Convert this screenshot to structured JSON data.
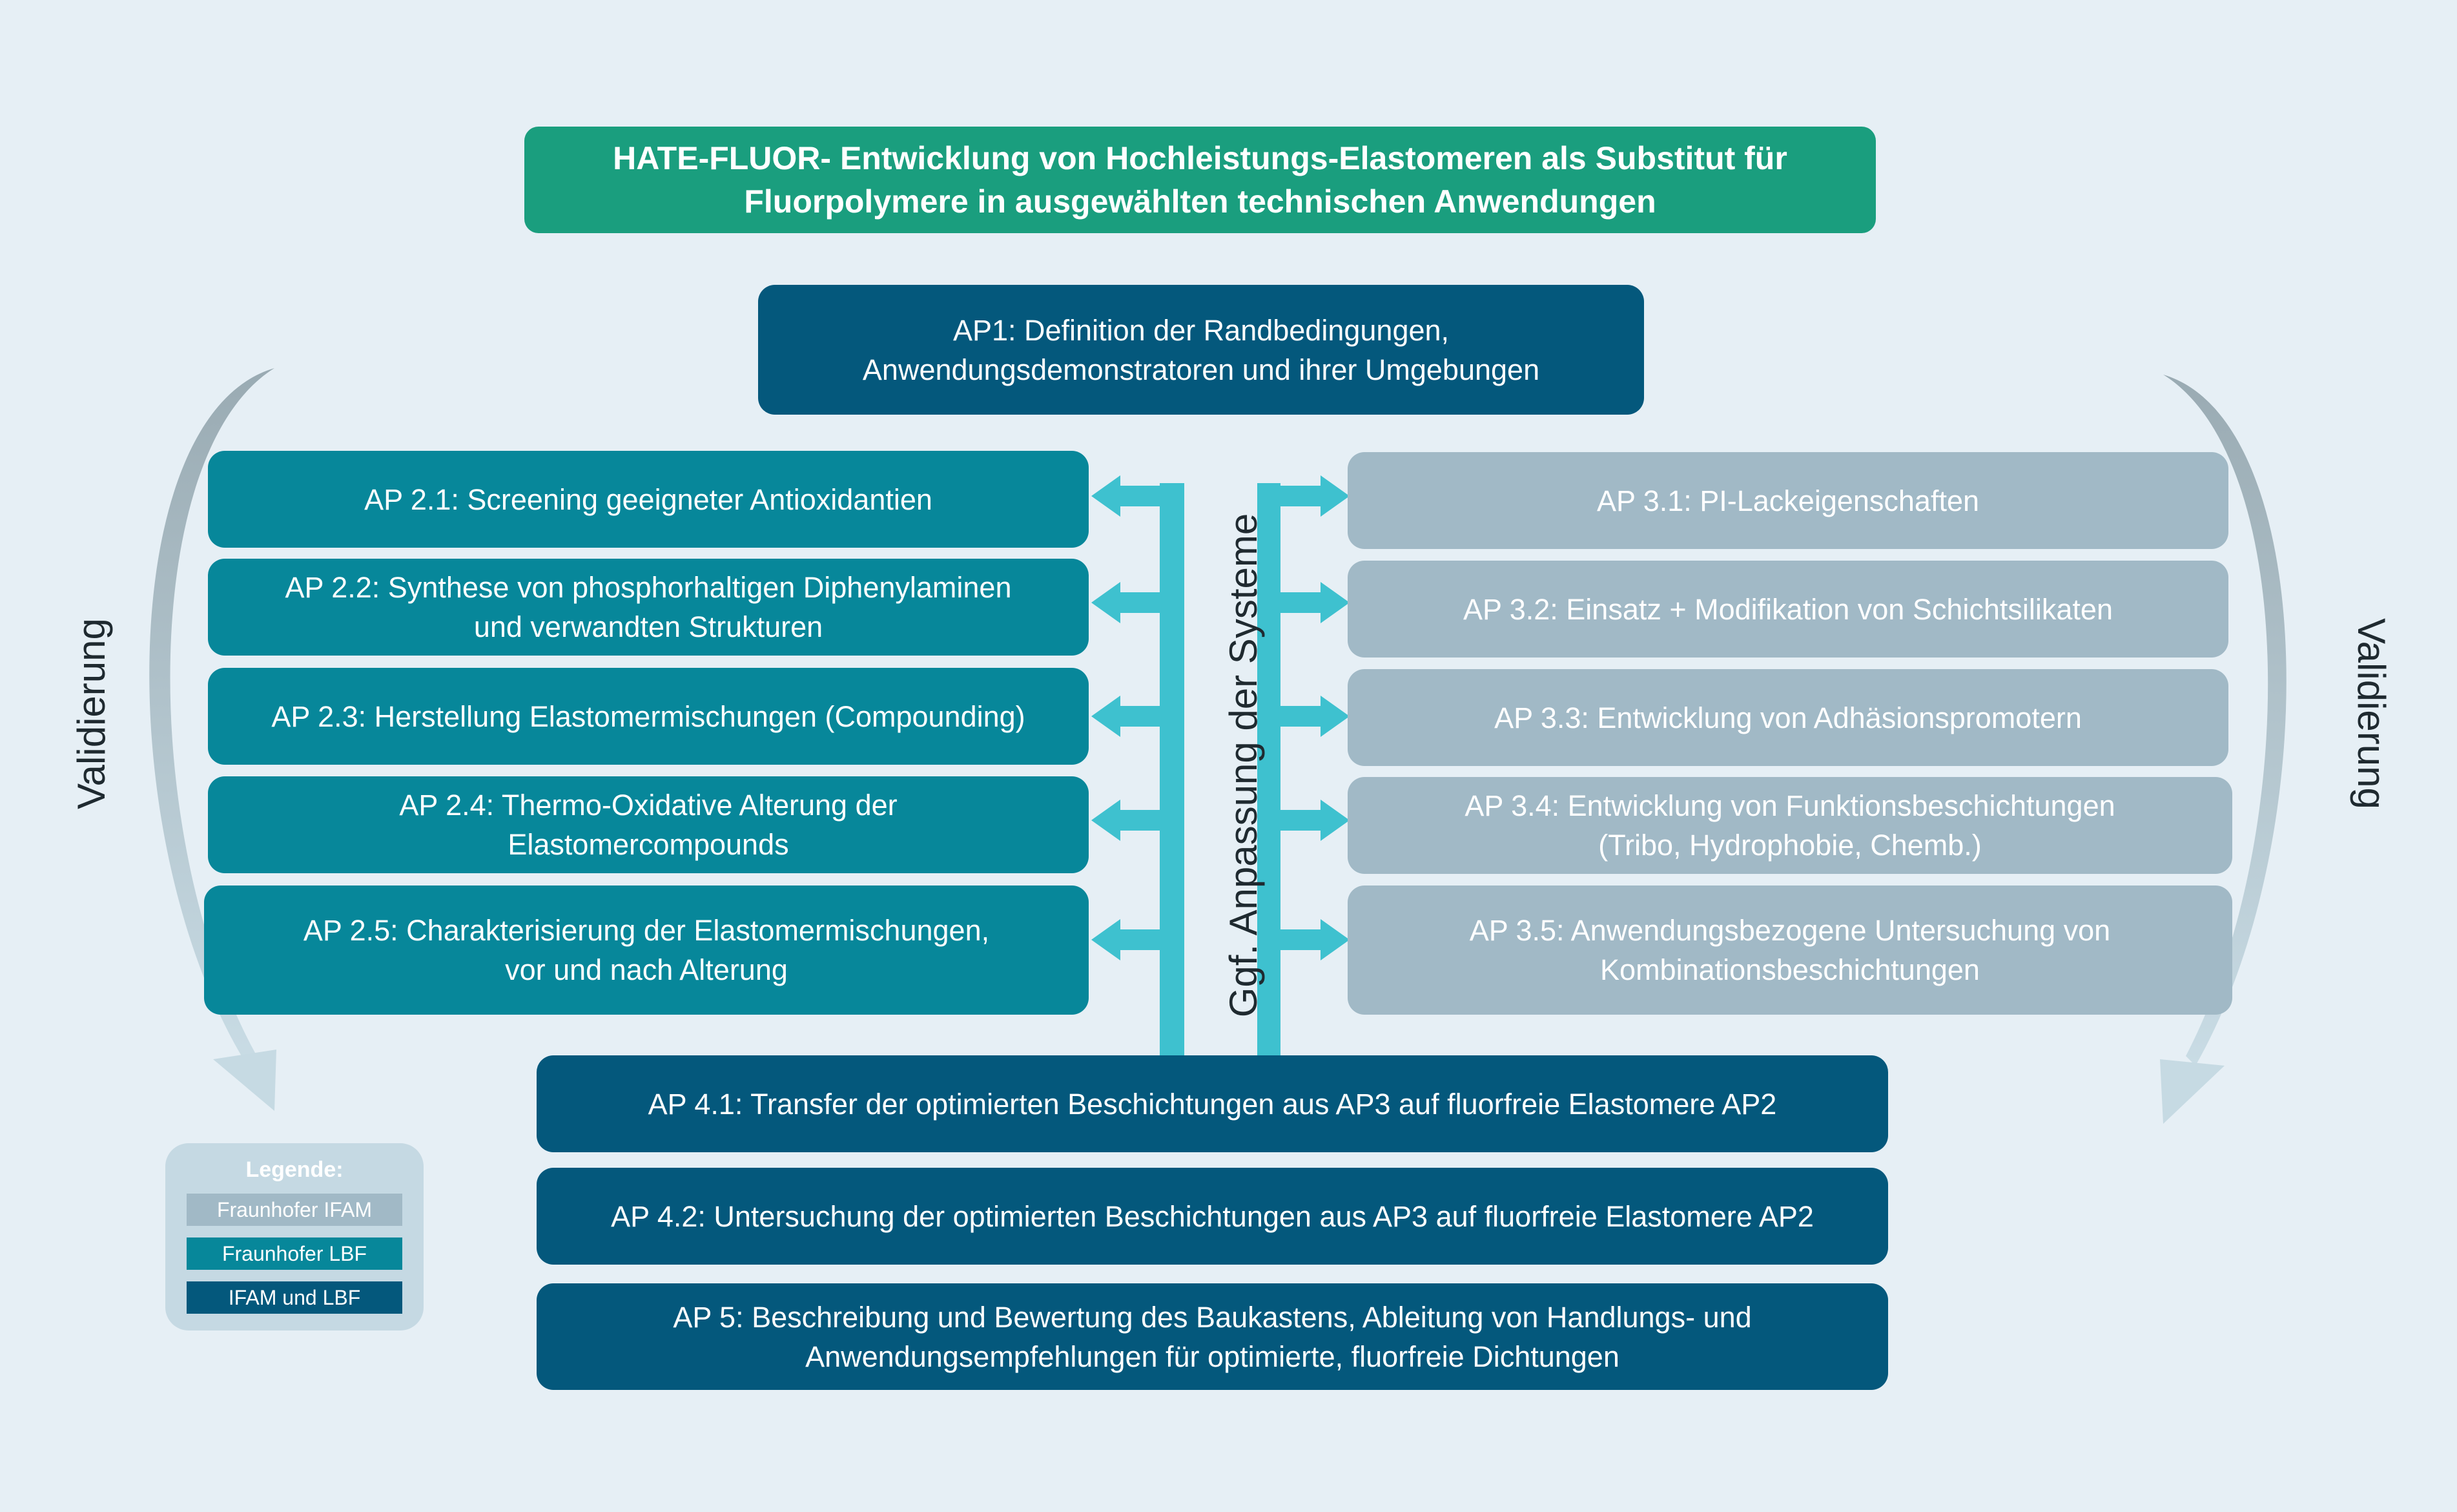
{
  "title": "HATE-FLUOR- Entwicklung von Hochleistungs-Elastomeren als Substitut für\nFluorpolymere in ausgewählten technischen Anwendungen",
  "ap1": "AP1: Definition der Randbedingungen,\nAnwendungsdemonstratoren und ihrer Umgebungen",
  "ap2": [
    "AP 2.1: Screening geeigneter Antioxidantien",
    "AP 2.2: Synthese von phosphorhaltigen Diphenylaminen\nund verwandten Strukturen",
    "AP 2.3: Herstellung Elastomermischungen (Compounding)",
    "AP 2.4: Thermo-Oxidative Alterung der\nElastomercompounds",
    "AP 2.5: Charakterisierung der Elastomermischungen,\nvor und nach Alterung"
  ],
  "ap3": [
    "AP 3.1: PI-Lackeigenschaften",
    "AP 3.2: Einsatz + Modifikation von Schichtsilikaten",
    "AP 3.3: Entwicklung von Adhäsionspromotern",
    "AP 3.4: Entwicklung von Funktionsbeschichtungen\n(Tribo, Hydrophobie, Chemb.)",
    "AP 3.5: Anwendungsbezogene Untersuchung von\nKombinationsbeschichtungen"
  ],
  "ap4": [
    "AP 4.1: Transfer der optimierten Beschichtungen aus AP3 auf fluorfreie Elastomere AP2",
    "AP 4.2: Untersuchung der optimierten Beschichtungen aus AP3 auf fluorfreie Elastomere AP2"
  ],
  "ap5": "AP 5: Beschreibung und Bewertung des Baukastens, Ableitung von Handlungs- und\nAnwendungsempfehlungen für optimierte, fluorfreie Dichtungen",
  "center_label": "Ggf. Anpassung der Systeme",
  "validation_left": "Validierung",
  "validation_right": "Validierung",
  "legend": {
    "title": "Legende:",
    "items": [
      {
        "label": "Fraunhofer IFAM",
        "color": "#a1b9c6"
      },
      {
        "label": "Fraunhofer LBF",
        "color": "#07879a"
      },
      {
        "label": "IFAM und  LBF",
        "color": "#04587c"
      }
    ]
  },
  "colors": {
    "background": "#e6eff5",
    "title": "#1a9e7e",
    "dark_blue": "#04587c",
    "teal": "#07879a",
    "grey": "#a1b9c6",
    "connector": "#3ec1cf",
    "validation_arrow": "#9fb0b8"
  }
}
